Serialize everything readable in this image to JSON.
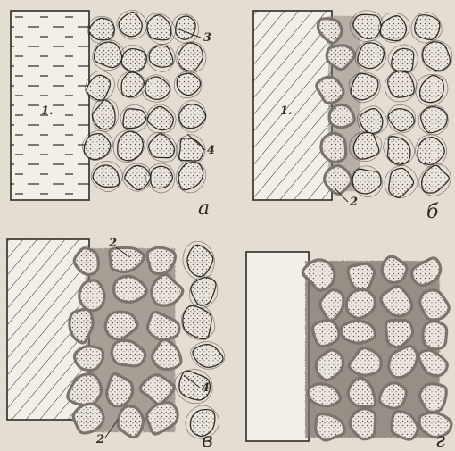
{
  "colors": {
    "paper": "#e3ddd2",
    "ink": "#2e2a26",
    "grain_fill": "#ede8df",
    "grain_dots": "#5a524a",
    "cement": "#7b746d",
    "cement_light": "#a49d95",
    "substrate_fill": "#f2efe9"
  },
  "panels": [
    {
      "letter": "a",
      "substrate_pattern": "dashes",
      "substrate_label": "1.",
      "callouts": [
        "3",
        "4"
      ],
      "cement_level": 0.0
    },
    {
      "letter": "б",
      "substrate_pattern": "hatch",
      "substrate_label": "1.",
      "callouts": [
        "2"
      ],
      "cement_level": 0.2
    },
    {
      "letter": "в",
      "substrate_pattern": "hatch",
      "substrate_label": "",
      "callouts": [
        "2",
        "2",
        "4"
      ],
      "cement_level": 0.6
    },
    {
      "letter": "г",
      "substrate_pattern": "blank",
      "substrate_label": "",
      "callouts": [],
      "cement_level": 1.0
    }
  ]
}
